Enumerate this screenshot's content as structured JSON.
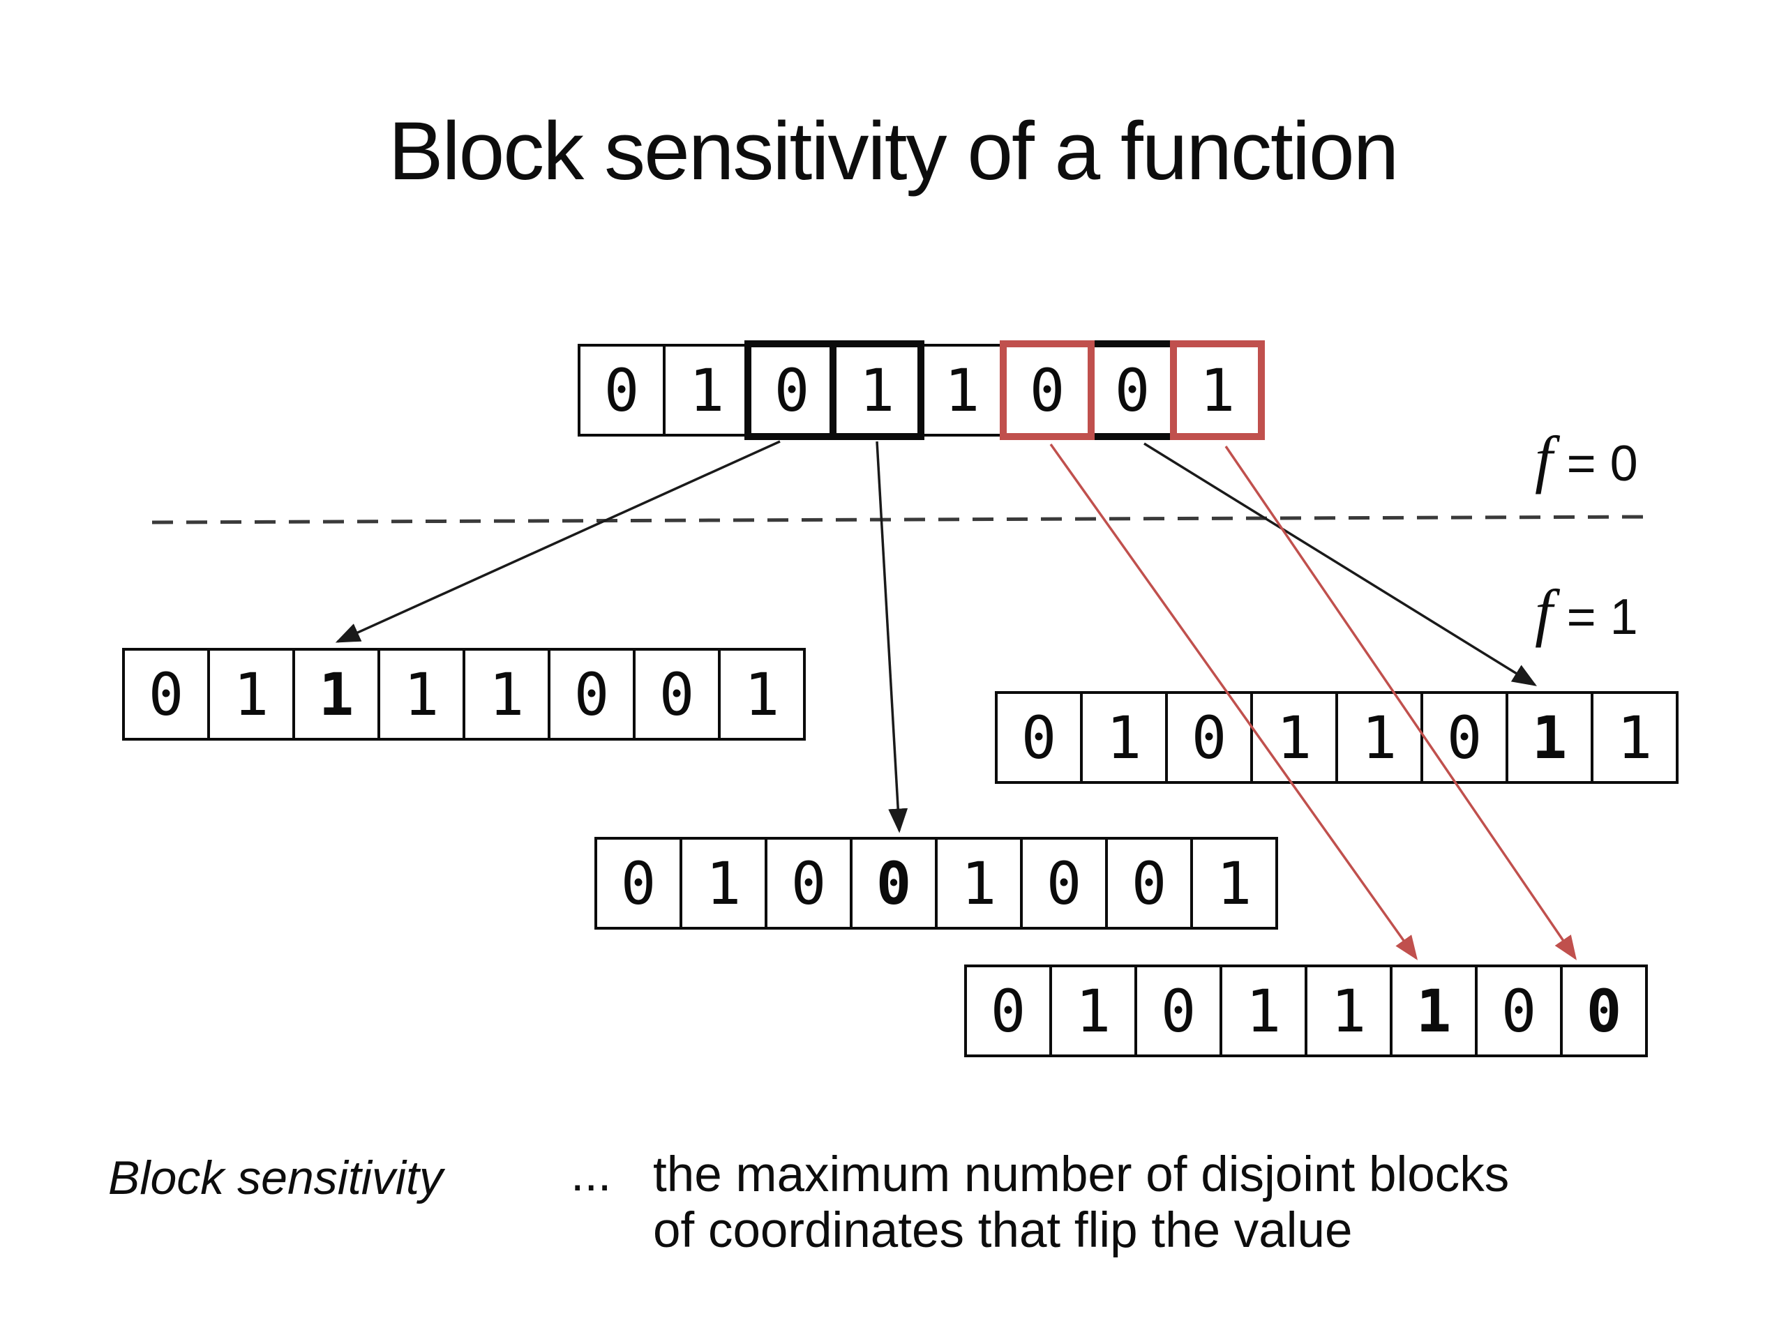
{
  "title": "Block sensitivity of a function",
  "labels": {
    "f_symbol": "f",
    "f_zero": "= 0",
    "f_one": "= 1"
  },
  "definition": {
    "term": "Block sensitivity",
    "separator": "...",
    "line1": "the maximum number of disjoint blocks",
    "line2": "of coordinates that flip the value"
  },
  "colors": {
    "block_highlight_black": "#0b0b0b",
    "block_highlight_red": "#c0504d",
    "arrow_black": "#1a1a1a",
    "arrow_red": "#c0504d",
    "dashed_line": "#3a3a3a"
  },
  "strings": {
    "input": {
      "bits": [
        {
          "v": "0"
        },
        {
          "v": "1"
        },
        {
          "v": "0",
          "mark": "black"
        },
        {
          "v": "1",
          "mark": "black"
        },
        {
          "v": "1"
        },
        {
          "v": "0",
          "mark": "red"
        },
        {
          "v": "0",
          "mark": "black"
        },
        {
          "v": "1",
          "mark": "red"
        }
      ]
    },
    "flip1": {
      "bits": [
        {
          "v": "0"
        },
        {
          "v": "1"
        },
        {
          "v": "1",
          "bold": true
        },
        {
          "v": "1"
        },
        {
          "v": "1"
        },
        {
          "v": "0"
        },
        {
          "v": "0"
        },
        {
          "v": "1"
        }
      ]
    },
    "flip2": {
      "bits": [
        {
          "v": "0"
        },
        {
          "v": "1"
        },
        {
          "v": "0"
        },
        {
          "v": "0",
          "bold": true
        },
        {
          "v": "1"
        },
        {
          "v": "0"
        },
        {
          "v": "0"
        },
        {
          "v": "1"
        }
      ]
    },
    "flip3": {
      "bits": [
        {
          "v": "0"
        },
        {
          "v": "1"
        },
        {
          "v": "0"
        },
        {
          "v": "1"
        },
        {
          "v": "1"
        },
        {
          "v": "0"
        },
        {
          "v": "1",
          "bold": true
        },
        {
          "v": "1"
        }
      ]
    },
    "flip4": {
      "bits": [
        {
          "v": "0"
        },
        {
          "v": "1"
        },
        {
          "v": "0"
        },
        {
          "v": "1"
        },
        {
          "v": "1"
        },
        {
          "v": "1",
          "bold": true
        },
        {
          "v": "0"
        },
        {
          "v": "0",
          "bold": true
        }
      ]
    }
  }
}
